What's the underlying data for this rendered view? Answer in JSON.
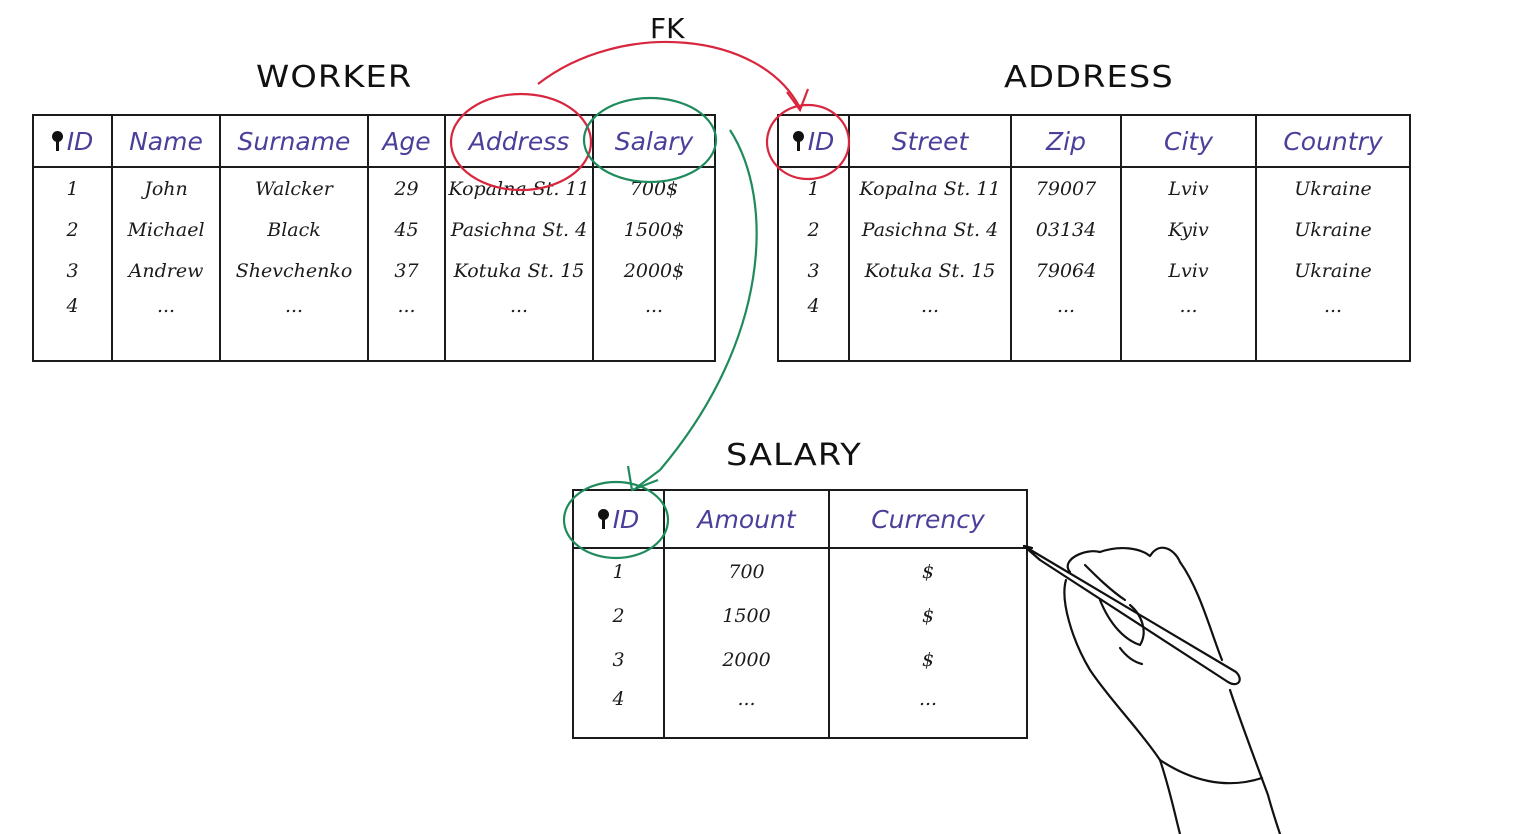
{
  "relation_label": "FK",
  "colors": {
    "fk_red": "#d7263d",
    "fk_green": "#1f8a5b",
    "header_text": "#4a3f9a",
    "line": "#1b1b1b"
  },
  "worker": {
    "title": "WORKER",
    "headers": [
      "ID",
      "Name",
      "Surname",
      "Age",
      "Address",
      "Salary"
    ],
    "rows": [
      [
        "1",
        "John",
        "Walcker",
        "29",
        "Kopalna St. 11",
        "700$"
      ],
      [
        "2",
        "Michael",
        "Black",
        "45",
        "Pasichna St. 4",
        "1500$"
      ],
      [
        "3",
        "Andrew",
        "Shevchenko",
        "37",
        "Kotuka St. 15",
        "2000$"
      ],
      [
        "4",
        "...",
        "...",
        "...",
        "...",
        "..."
      ]
    ]
  },
  "address": {
    "title": "ADDRESS",
    "headers": [
      "ID",
      "Street",
      "Zip",
      "City",
      "Country"
    ],
    "rows": [
      [
        "1",
        "Kopalna St. 11",
        "79007",
        "Lviv",
        "Ukraine"
      ],
      [
        "2",
        "Pasichna St. 4",
        "03134",
        "Kyiv",
        "Ukraine"
      ],
      [
        "3",
        "Kotuka St. 15",
        "79064",
        "Lviv",
        "Ukraine"
      ],
      [
        "4",
        "...",
        "...",
        "...",
        "..."
      ]
    ]
  },
  "salary": {
    "title": "SALARY",
    "headers": [
      "ID",
      "Amount",
      "Currency"
    ],
    "rows": [
      [
        "1",
        "700",
        "$"
      ],
      [
        "2",
        "1500",
        "$"
      ],
      [
        "3",
        "2000",
        "$"
      ],
      [
        "4",
        "...",
        "..."
      ]
    ]
  }
}
